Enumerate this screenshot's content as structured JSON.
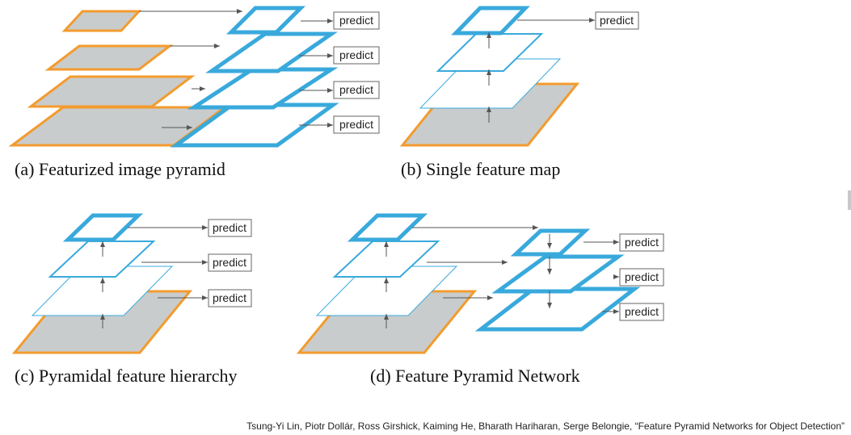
{
  "predict_label": "predict",
  "colors": {
    "image_border": "#f39b2e",
    "feature_border": "#39a9dc",
    "photo_fill": "#c9cccc",
    "arrow": "#555555"
  },
  "panels": {
    "a": {
      "caption": "(a) Featurized image pyramid"
    },
    "b": {
      "caption": "(b) Single feature map"
    },
    "c": {
      "caption": "(c) Pyramidal feature hierarchy"
    },
    "d": {
      "caption": "(d) Feature Pyramid Network"
    }
  },
  "credit": "Tsung-Yi Lin, Piotr Dollár, Ross Girshick, Kaiming He, Bharath Hariharan, Serge Belongie, “Feature Pyramid Networks for Object Detection”"
}
